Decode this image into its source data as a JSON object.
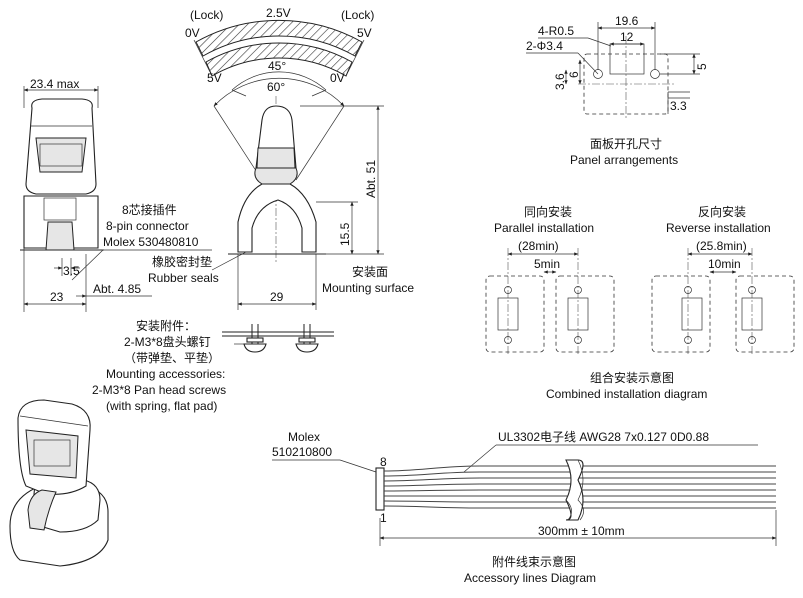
{
  "gauge": {
    "lock_left": "(Lock)",
    "v0_left": "0V",
    "v25": "2.5V",
    "lock_right": "(Lock)",
    "v5_right": "5V",
    "v5_left": "5V",
    "v0_right": "0V",
    "angle_inner": "45°",
    "angle_outer": "60°"
  },
  "front_view": {
    "width_max": "23.4 max",
    "dim_3_5": "3.5",
    "dim_23": "23",
    "dim_abt_485": "Abt. 4.85"
  },
  "side_view": {
    "dim_abt51": "Abt. 51",
    "dim_15_5": "15.5",
    "dim_29": "29"
  },
  "connector_label": {
    "cn": "8芯接插件",
    "en": "8-pin connector",
    "part": "Molex 530480810"
  },
  "rubber_seal": {
    "cn": "橡胶密封垫",
    "en": "Rubber seals"
  },
  "mounting_surface": {
    "cn": "安装面",
    "en": "Mounting surface"
  },
  "accessories": {
    "cn_title": "安装附件：",
    "cn_screw": "2-M3*8盘头螺钉",
    "cn_pad": "（带弹垫、平垫）",
    "en_title": "Mounting accessories:",
    "en_screw": "2-M3*8 Pan head screws",
    "en_pad": "(with spring, flat pad)"
  },
  "panel": {
    "r_label": "4-R0.5",
    "hole_label": "2-Φ3.4",
    "dim_19_6": "19.6",
    "dim_12": "12",
    "dim_5": "5",
    "dim_3_6": "3.6",
    "dim_6": "6",
    "dim_3_3": "3.3",
    "cn_caption": "面板开孔尺寸",
    "en_caption": "Panel arrangements"
  },
  "parallel": {
    "cn": "同向安装",
    "en": "Parallel installation",
    "pitch": "(28min)",
    "gap": "5min"
  },
  "reverse": {
    "cn": "反向安装",
    "en": "Reverse installation",
    "pitch": "(25.8min)",
    "gap": "10min"
  },
  "combined": {
    "cn": "组合安装示意图",
    "en": "Combined installation diagram"
  },
  "cable": {
    "molex_label": "Molex",
    "molex_part": "510210800",
    "wire_spec": "UL3302电子线 AWG28 7x0.127 0D0.88",
    "pin_top": "8",
    "pin_bottom": "1",
    "length": "300mm ± 10mm",
    "cn_caption": "附件线束示意图",
    "en_caption": "Accessory lines Diagram"
  }
}
